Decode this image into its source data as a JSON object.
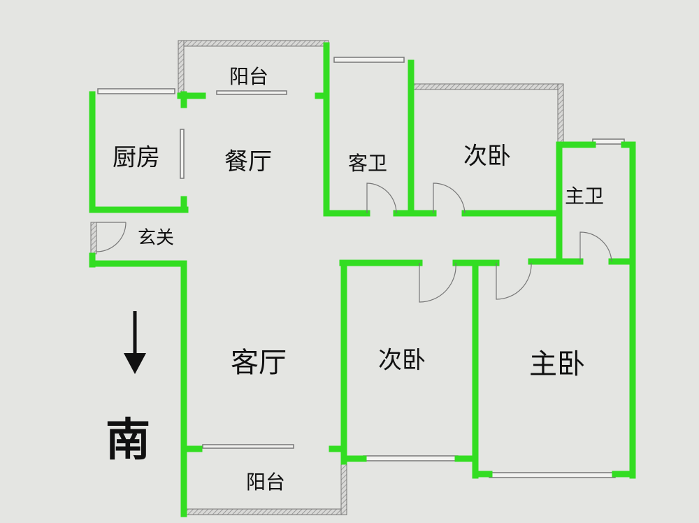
{
  "rooms": {
    "kitchen": "厨房",
    "dining": "餐厅",
    "balcony_top": "阳台",
    "guest_bath": "客卫",
    "bedroom_2_top": "次卧",
    "master_bath": "主卫",
    "entrance": "玄关",
    "living": "客厅",
    "bedroom_2_bottom": "次卧",
    "master_bedroom": "主卧",
    "balcony_bottom": "阳台"
  },
  "compass": {
    "arrow": "↓",
    "direction": "南"
  },
  "colors": {
    "wall": "#33dd22",
    "background": "#e4e5e2",
    "hatch": "#9a9a9a"
  }
}
